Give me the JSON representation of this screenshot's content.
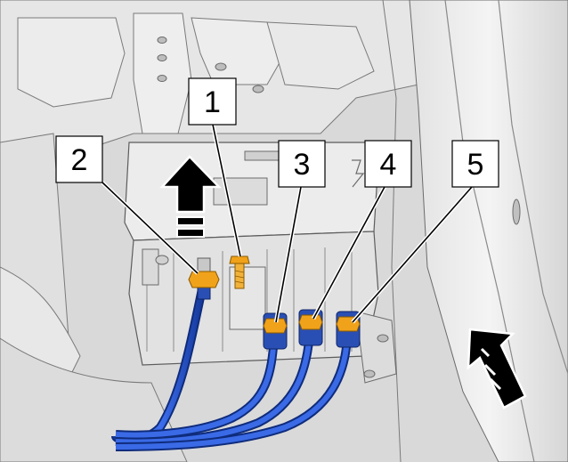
{
  "figure": {
    "callouts": [
      {
        "id": "1",
        "label": "1",
        "part": "bolt"
      },
      {
        "id": "2",
        "label": "2",
        "part": "nut"
      },
      {
        "id": "3",
        "label": "3",
        "part": "connector-nut"
      },
      {
        "id": "4",
        "label": "4",
        "part": "connector-nut"
      },
      {
        "id": "5",
        "label": "5",
        "part": "connector-nut"
      }
    ],
    "direction_arrows": [
      {
        "name": "removal-direction-arrow",
        "direction": "up"
      },
      {
        "name": "vehicle-front-arrow",
        "direction": "up-left"
      }
    ],
    "colors": {
      "lines": "#2553c8",
      "fasteners": "#f0a21a",
      "structure": "#e4e4e4",
      "outline": "#6b6b6b"
    }
  }
}
